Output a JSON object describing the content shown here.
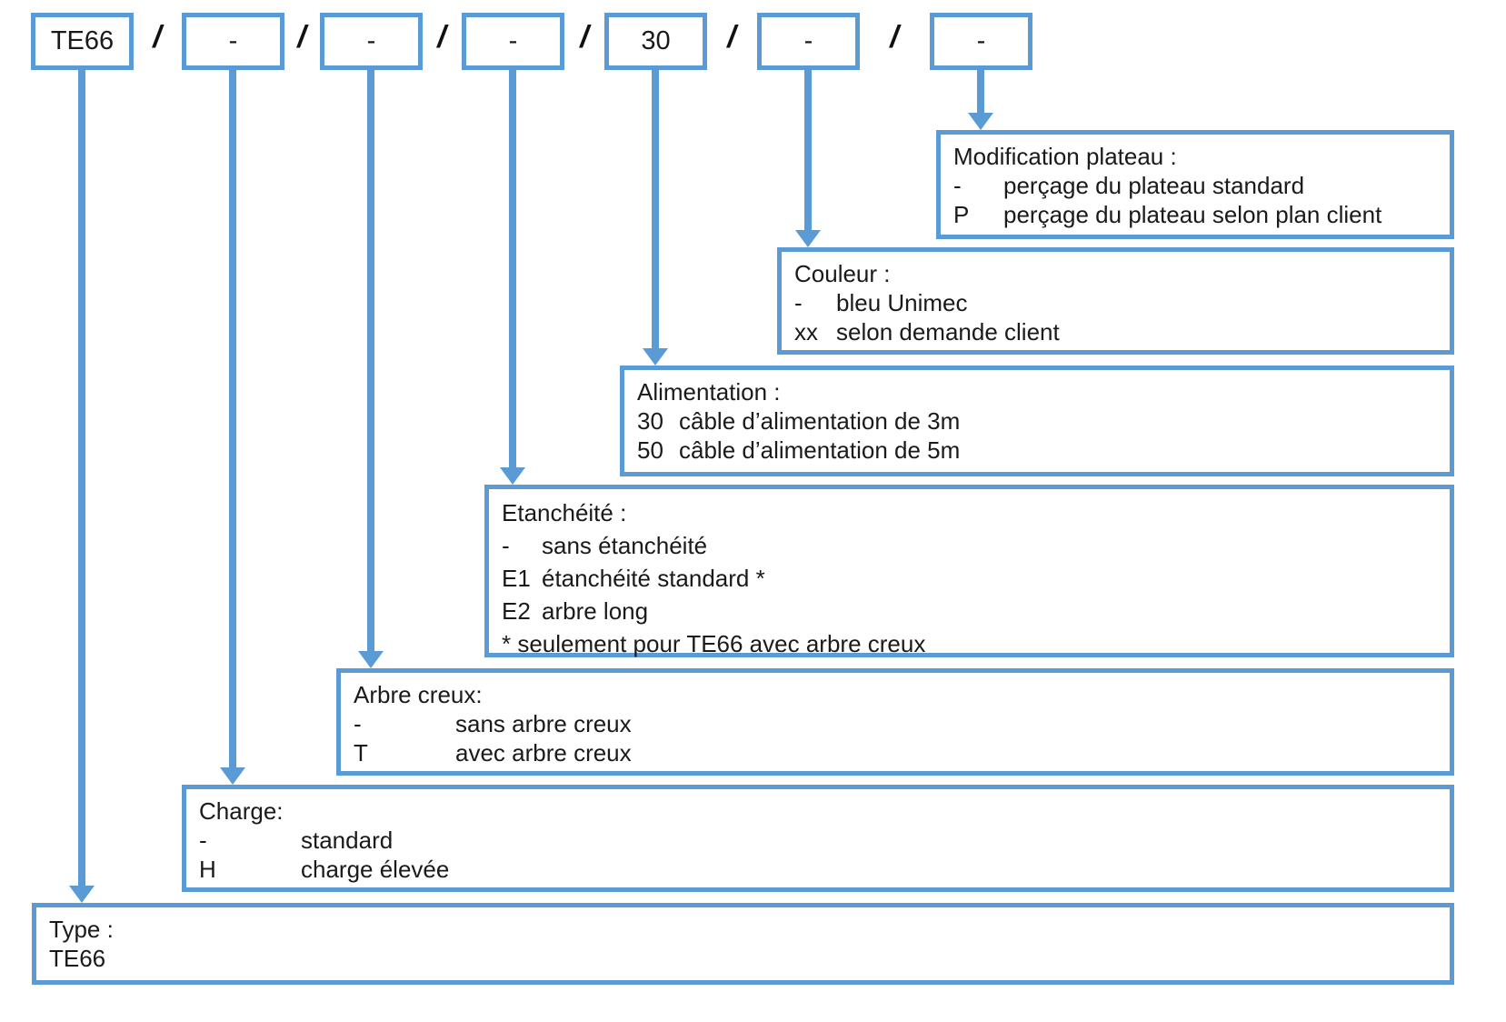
{
  "accent_color": "#5b9bd5",
  "code_row": {
    "separator": "/",
    "segments": [
      "TE66",
      "-",
      "-",
      "-",
      "30",
      "-",
      "-"
    ]
  },
  "legend_boxes": [
    {
      "id": "modification-plateau",
      "title": "Modification plateau :",
      "options": [
        {
          "code": "-",
          "label": "perçage du plateau standard"
        },
        {
          "code": "P",
          "label": "perçage du plateau selon plan client"
        }
      ]
    },
    {
      "id": "couleur",
      "title": "Couleur :",
      "options": [
        {
          "code": "-",
          "label": "bleu Unimec"
        },
        {
          "code": "xx",
          "label": "selon demande client"
        }
      ]
    },
    {
      "id": "alimentation",
      "title": "Alimentation :",
      "options": [
        {
          "code": "30",
          "label": "câble d’alimentation de 3m"
        },
        {
          "code": "50",
          "label": "câble d’alimentation de 5m"
        }
      ]
    },
    {
      "id": "etancheite",
      "title": "Etanchéité :",
      "options": [
        {
          "code": "-",
          "label": "sans étanchéité"
        },
        {
          "code": "E1",
          "label": "étanchéité standard *"
        },
        {
          "code": "E2",
          "label": "arbre long"
        }
      ],
      "footnote": "* seulement pour TE66 avec arbre creux"
    },
    {
      "id": "arbre-creux",
      "title": "Arbre creux:",
      "options": [
        {
          "code": "-",
          "label": "sans arbre creux"
        },
        {
          "code": "T",
          "label": "avec arbre creux"
        }
      ]
    },
    {
      "id": "charge",
      "title": "Charge:",
      "options": [
        {
          "code": "-",
          "label": "standard"
        },
        {
          "code": "H",
          "label": "charge élevée"
        }
      ]
    },
    {
      "id": "type",
      "title": "Type :",
      "value": "TE66"
    }
  ]
}
